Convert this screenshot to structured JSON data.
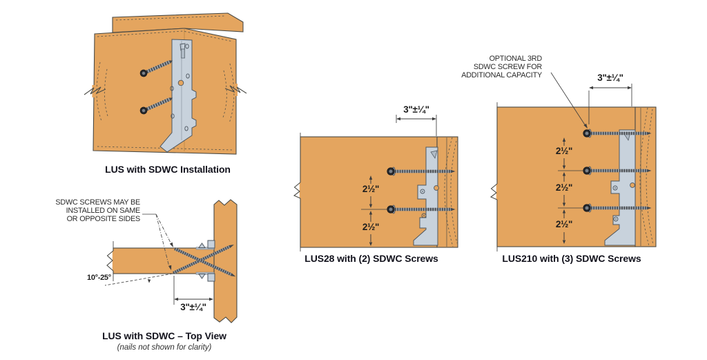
{
  "colors": {
    "wood": "#e4a55f",
    "wood_line": "#4a4a45",
    "grain": "#60594b",
    "steel": "#c8d2dc",
    "steel_dark": "#b0bbc6",
    "steel_line": "#4d565f",
    "screw_base": "#9aa1a8",
    "screw_dark": "#45494e",
    "screw_head": "#24262a",
    "dim_line": "#3c3c3c",
    "text": "#262626",
    "caption": "#12121c"
  },
  "figures": {
    "iso": {
      "caption": "LUS with SDWC Installation"
    },
    "topview": {
      "caption": "LUS with SDWC – Top View",
      "subcaption": "(nails not shown for clarity)",
      "note": [
        "SDWC SCREWS MAY BE",
        "INSTALLED ON SAME",
        "OR OPPOSITE SIDES"
      ],
      "angle_label": "10°-25°",
      "offset_dim": "3\"±¼\""
    },
    "lus28": {
      "caption": "LUS28 with (2) SDWC Screws",
      "offset_dim": "3\"±¼\"",
      "spacing_dims": [
        "2½\"",
        "2½\""
      ]
    },
    "lus210": {
      "caption": "LUS210 with (3) SDWC Screws",
      "note": [
        "OPTIONAL 3RD",
        "SDWC SCREW FOR",
        "ADDITIONAL CAPACITY"
      ],
      "offset_dim": "3\"±¼\"",
      "spacing_dims": [
        "2½\"",
        "2½\"",
        "2½\""
      ]
    }
  }
}
